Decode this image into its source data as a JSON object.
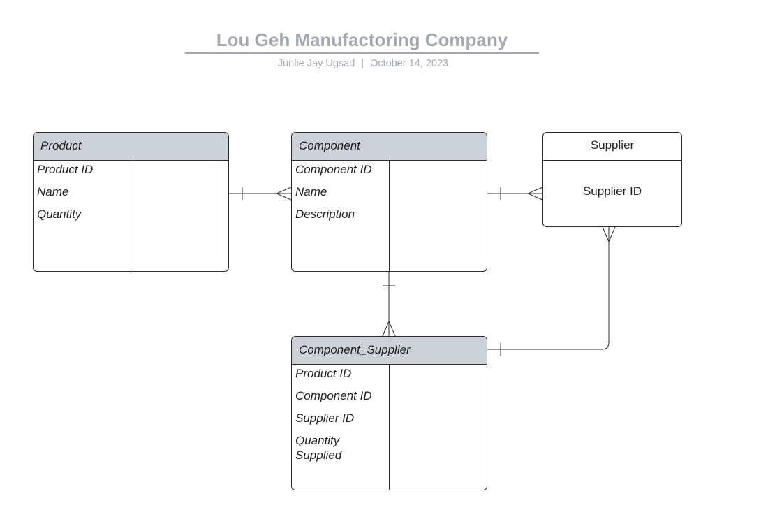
{
  "header": {
    "title": "Lou Geh Manufactoring Company",
    "author": "Junlie Jay Ugsad",
    "date": "October 14, 2023"
  },
  "entities": {
    "product": {
      "name": "Product",
      "attributes": [
        "Product ID",
        "Name",
        "Quantity"
      ]
    },
    "component": {
      "name": "Component",
      "attributes": [
        "Component ID",
        "Name",
        "Description"
      ]
    },
    "supplier": {
      "name": "Supplier",
      "attributes": [
        "Supplier ID"
      ]
    },
    "component_supplier": {
      "name": "Component_Supplier",
      "attributes": [
        "Product ID",
        "Component ID",
        "Supplier ID",
        "Quantity Supplied"
      ]
    }
  },
  "relationships": [
    {
      "from": "Product",
      "from_end": "one",
      "to": "Component",
      "to_end": "many"
    },
    {
      "from": "Component",
      "from_end": "one",
      "to": "Supplier",
      "to_end": "many"
    },
    {
      "from": "Component",
      "from_end": "one",
      "to": "Component_Supplier",
      "to_end": "many"
    },
    {
      "from": "Component_Supplier",
      "from_end": "one",
      "to": "Supplier",
      "to_end": "many"
    }
  ],
  "colors": {
    "header_fill": "#cdd2d9",
    "title_text": "#a3a8b0",
    "line": "#2b2b2b"
  }
}
